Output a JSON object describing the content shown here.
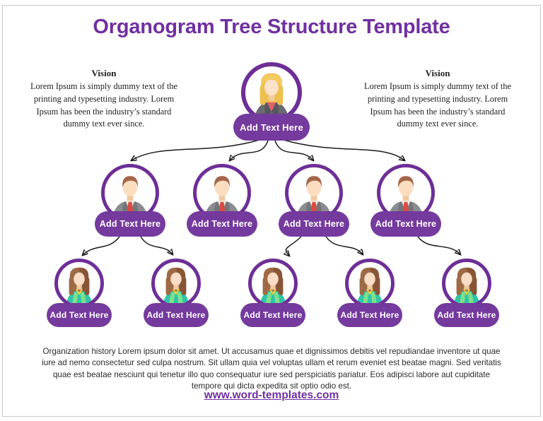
{
  "title": "Organogram Tree Structure Template",
  "vision_left": {
    "heading": "Vision",
    "body": "Lorem Ipsum is simply dummy text of the printing and typesetting industry. Lorem Ipsum has been the industry’s standard dummy text ever since."
  },
  "vision_right": {
    "heading": "Vision",
    "body": "Lorem Ipsum is simply dummy text of the printing and typesetting industry. Lorem Ipsum has been the industry’s standard dummy text ever since."
  },
  "tree": {
    "root": {
      "label": "Add Text Here",
      "avatar": "woman-blonde-avatar-icon"
    },
    "level2": [
      {
        "label": "Add Text Here",
        "avatar": "man-suit-avatar-icon"
      },
      {
        "label": "Add Text Here",
        "avatar": "man-suit-avatar-icon"
      },
      {
        "label": "Add Text Here",
        "avatar": "man-suit-avatar-icon"
      },
      {
        "label": "Add Text Here",
        "avatar": "man-suit-avatar-icon"
      }
    ],
    "level3": [
      {
        "label": "Add Text Here",
        "avatar": "woman-brunette-avatar-icon"
      },
      {
        "label": "Add Text Here",
        "avatar": "woman-brunette-avatar-icon"
      },
      {
        "label": "Add Text Here",
        "avatar": "woman-brunette-avatar-icon"
      },
      {
        "label": "Add Text Here",
        "avatar": "woman-brunette-avatar-icon"
      },
      {
        "label": "Add Text Here",
        "avatar": "woman-brunette-avatar-icon"
      }
    ]
  },
  "history": "Organization history Lorem ipsum dolor sit amet. Ut accusamus quae et dignissimos debitis vel repudiandae inventore ut quae iure ad nemo consectetur sed culpa nostrum. Sit ullam quia vel voluptas ullam et rerum eveniet est beatae magni. Sed veritatis quae est beatae nesciunt qui tenetur illo quo consequatur iure sed perspiciatis pariatur. Eos adipisci labore aut cupiditate tempore qui dicta expedita sit optio odio est.",
  "website_link": "www.word-templates.com",
  "colors": {
    "accent_purple": "#7030A0",
    "node_ring": "#6D2F97",
    "node_pill": "#753A9D",
    "arrow": "#1b1b1b"
  }
}
